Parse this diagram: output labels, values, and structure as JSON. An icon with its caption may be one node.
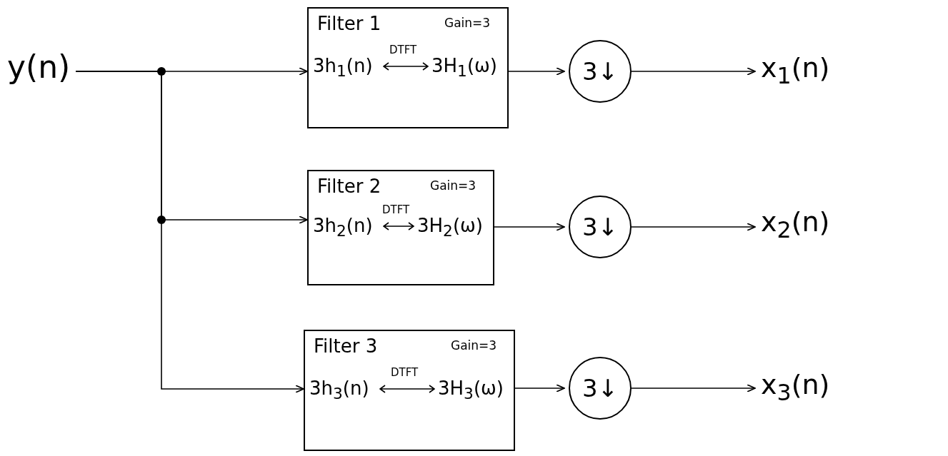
{
  "diagram": {
    "nodes": [
      {
        "text": [
          "y(n)"
        ]
      },
      {
        "text": [
          "Filter 1",
          "Gain=3",
          "3h$_{1}$(n)",
          "DTFT",
          "3H$_{1}$(ω)"
        ]
      },
      {
        "text": [
          "Filter 2",
          "Gain=3",
          "3h$_{2}$(n)",
          "DTFT",
          "3H$_{2}$(ω)"
        ]
      },
      {
        "text": [
          "Filter 3",
          "Gain=3",
          "3h$_{3}$(n)",
          "DTFT",
          "3H$_{3}$(ω)"
        ]
      },
      {
        "text": [
          "3↓"
        ]
      },
      {
        "text": [
          "3↓"
        ]
      },
      {
        "text": [
          "3↓"
        ]
      },
      {
        "text": [
          "x$_{1}$(n)"
        ]
      },
      {
        "text": [
          "x$_{2}$(n)"
        ]
      },
      {
        "text": [
          "x$_{3}$(n)"
        ]
      }
    ],
    "edges": [
      {
        "from": 0,
        "to": 1,
        "arrow": "to"
      },
      {
        "from": 0,
        "to": 2,
        "arrow": "to"
      },
      {
        "from": 0,
        "to": 3,
        "arrow": "to"
      },
      {
        "from": 1,
        "to": 4,
        "arrow": "to"
      },
      {
        "from": 2,
        "to": 5,
        "arrow": "to"
      },
      {
        "from": 3,
        "to": 6,
        "arrow": "to"
      },
      {
        "from": 4,
        "to": 7,
        "arrow": "to"
      },
      {
        "from": 5,
        "to": 8,
        "arrow": "to"
      },
      {
        "from": 6,
        "to": 9,
        "arrow": "to"
      }
    ]
  }
}
